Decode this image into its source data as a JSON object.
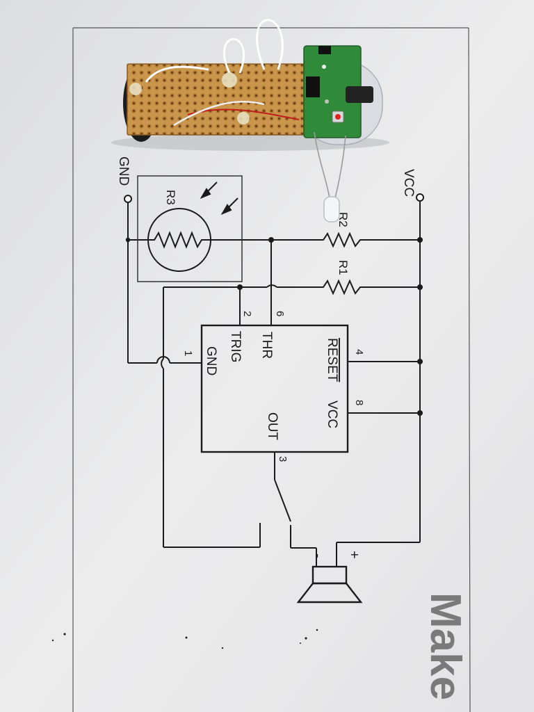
{
  "schematic": {
    "labels": {
      "vcc": "VCC",
      "gnd": "GND",
      "r1": "R1",
      "r2": "R2",
      "r3": "R3",
      "plus": "+",
      "minus": "-"
    },
    "ic_pins": {
      "thr": "THR",
      "trig": "TRIG",
      "gnd": "GND",
      "reset": "RESET",
      "vcc": "VCC",
      "out": "OUT"
    },
    "pin_numbers": {
      "p1": "1",
      "p2": "2",
      "p3": "3",
      "p4": "4",
      "p6": "6",
      "p8": "8"
    }
  },
  "page_text": {
    "brand_partial": "Make"
  },
  "colors": {
    "paper": "#ececed",
    "ink": "#1a1a1a",
    "perfboard": "#c9964b",
    "pcb_green": "#2f8a3a"
  }
}
